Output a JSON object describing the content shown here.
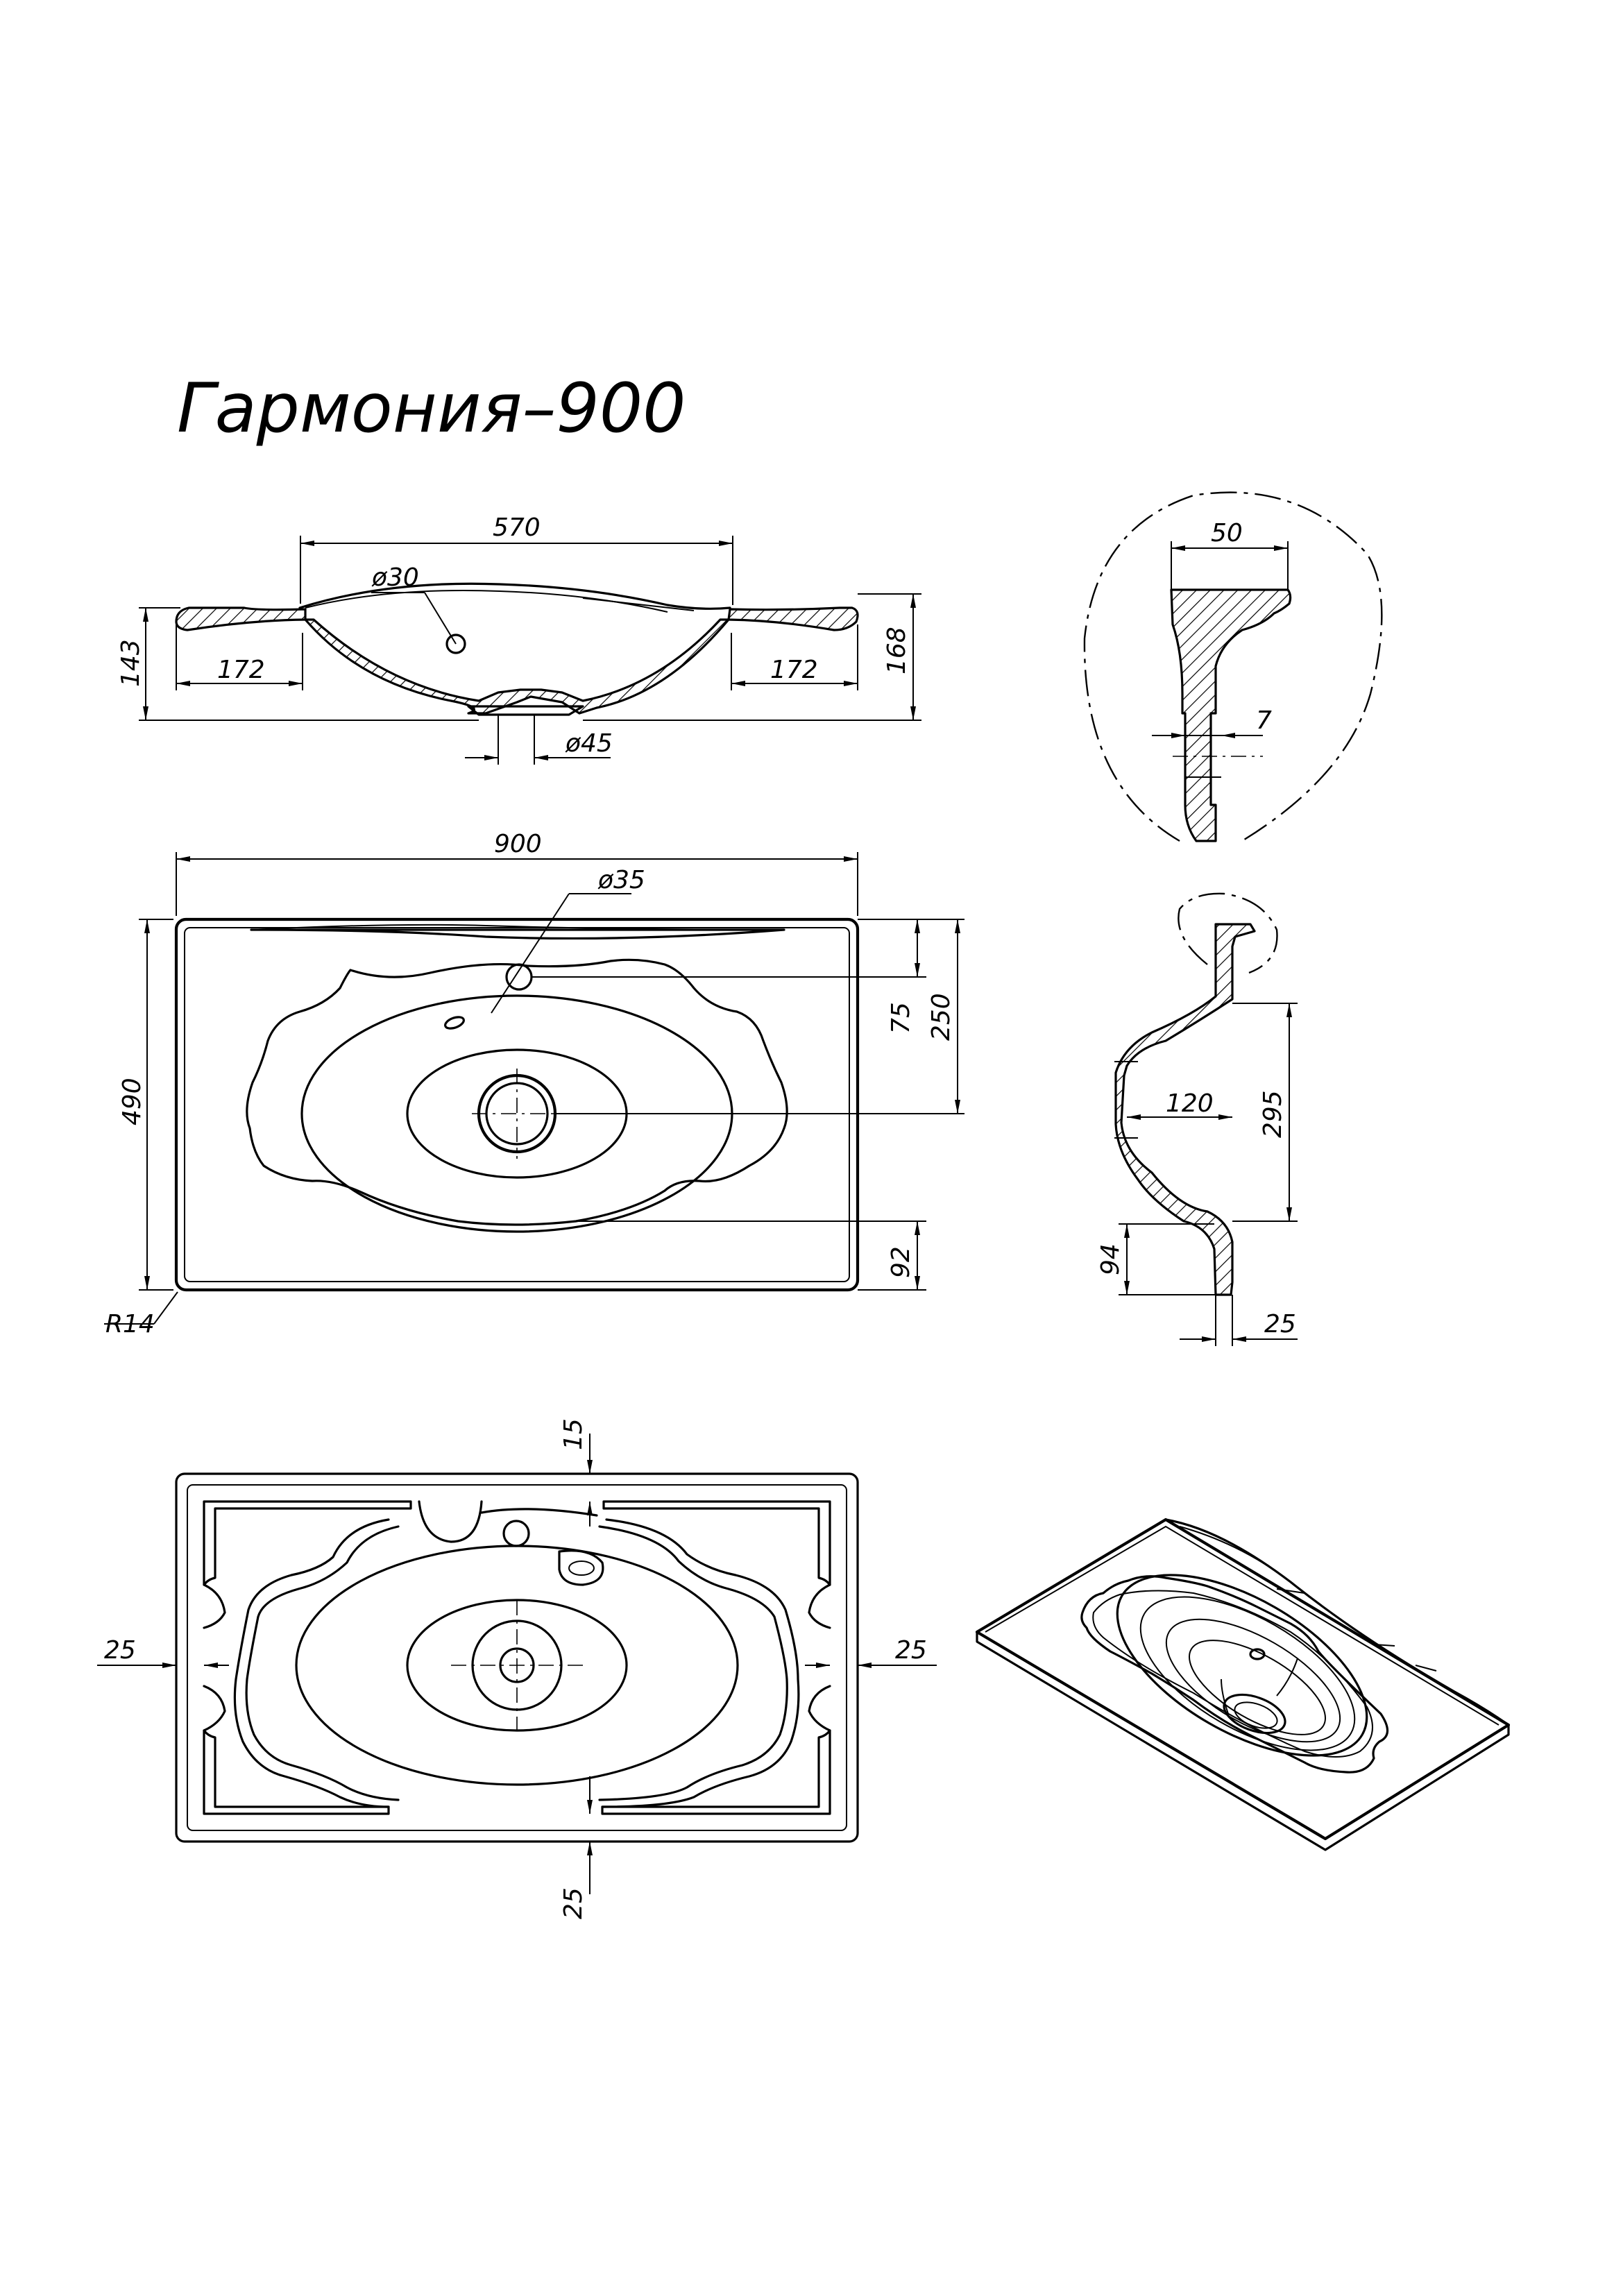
{
  "title": "Гармония–900",
  "views": {
    "front_section": {
      "width_570": "570",
      "hole_30": "ø30",
      "left_172": "172",
      "right_172": "172",
      "height_143": "143",
      "height_168": "168",
      "drain_45": "ø45"
    },
    "detail": {
      "dim_50": "50",
      "dim_7": "7"
    },
    "top": {
      "width_900": "900",
      "hole_35": "ø35",
      "depth_490": "490",
      "dim_75": "75",
      "dim_250": "250",
      "dim_92": "92",
      "radius": "R14"
    },
    "side_section": {
      "dim_120": "120",
      "dim_295": "295",
      "dim_94": "94",
      "dim_25": "25"
    },
    "bottom": {
      "dim_15": "15",
      "left_25": "25",
      "right_25": "25",
      "bottom_25": "25"
    }
  }
}
